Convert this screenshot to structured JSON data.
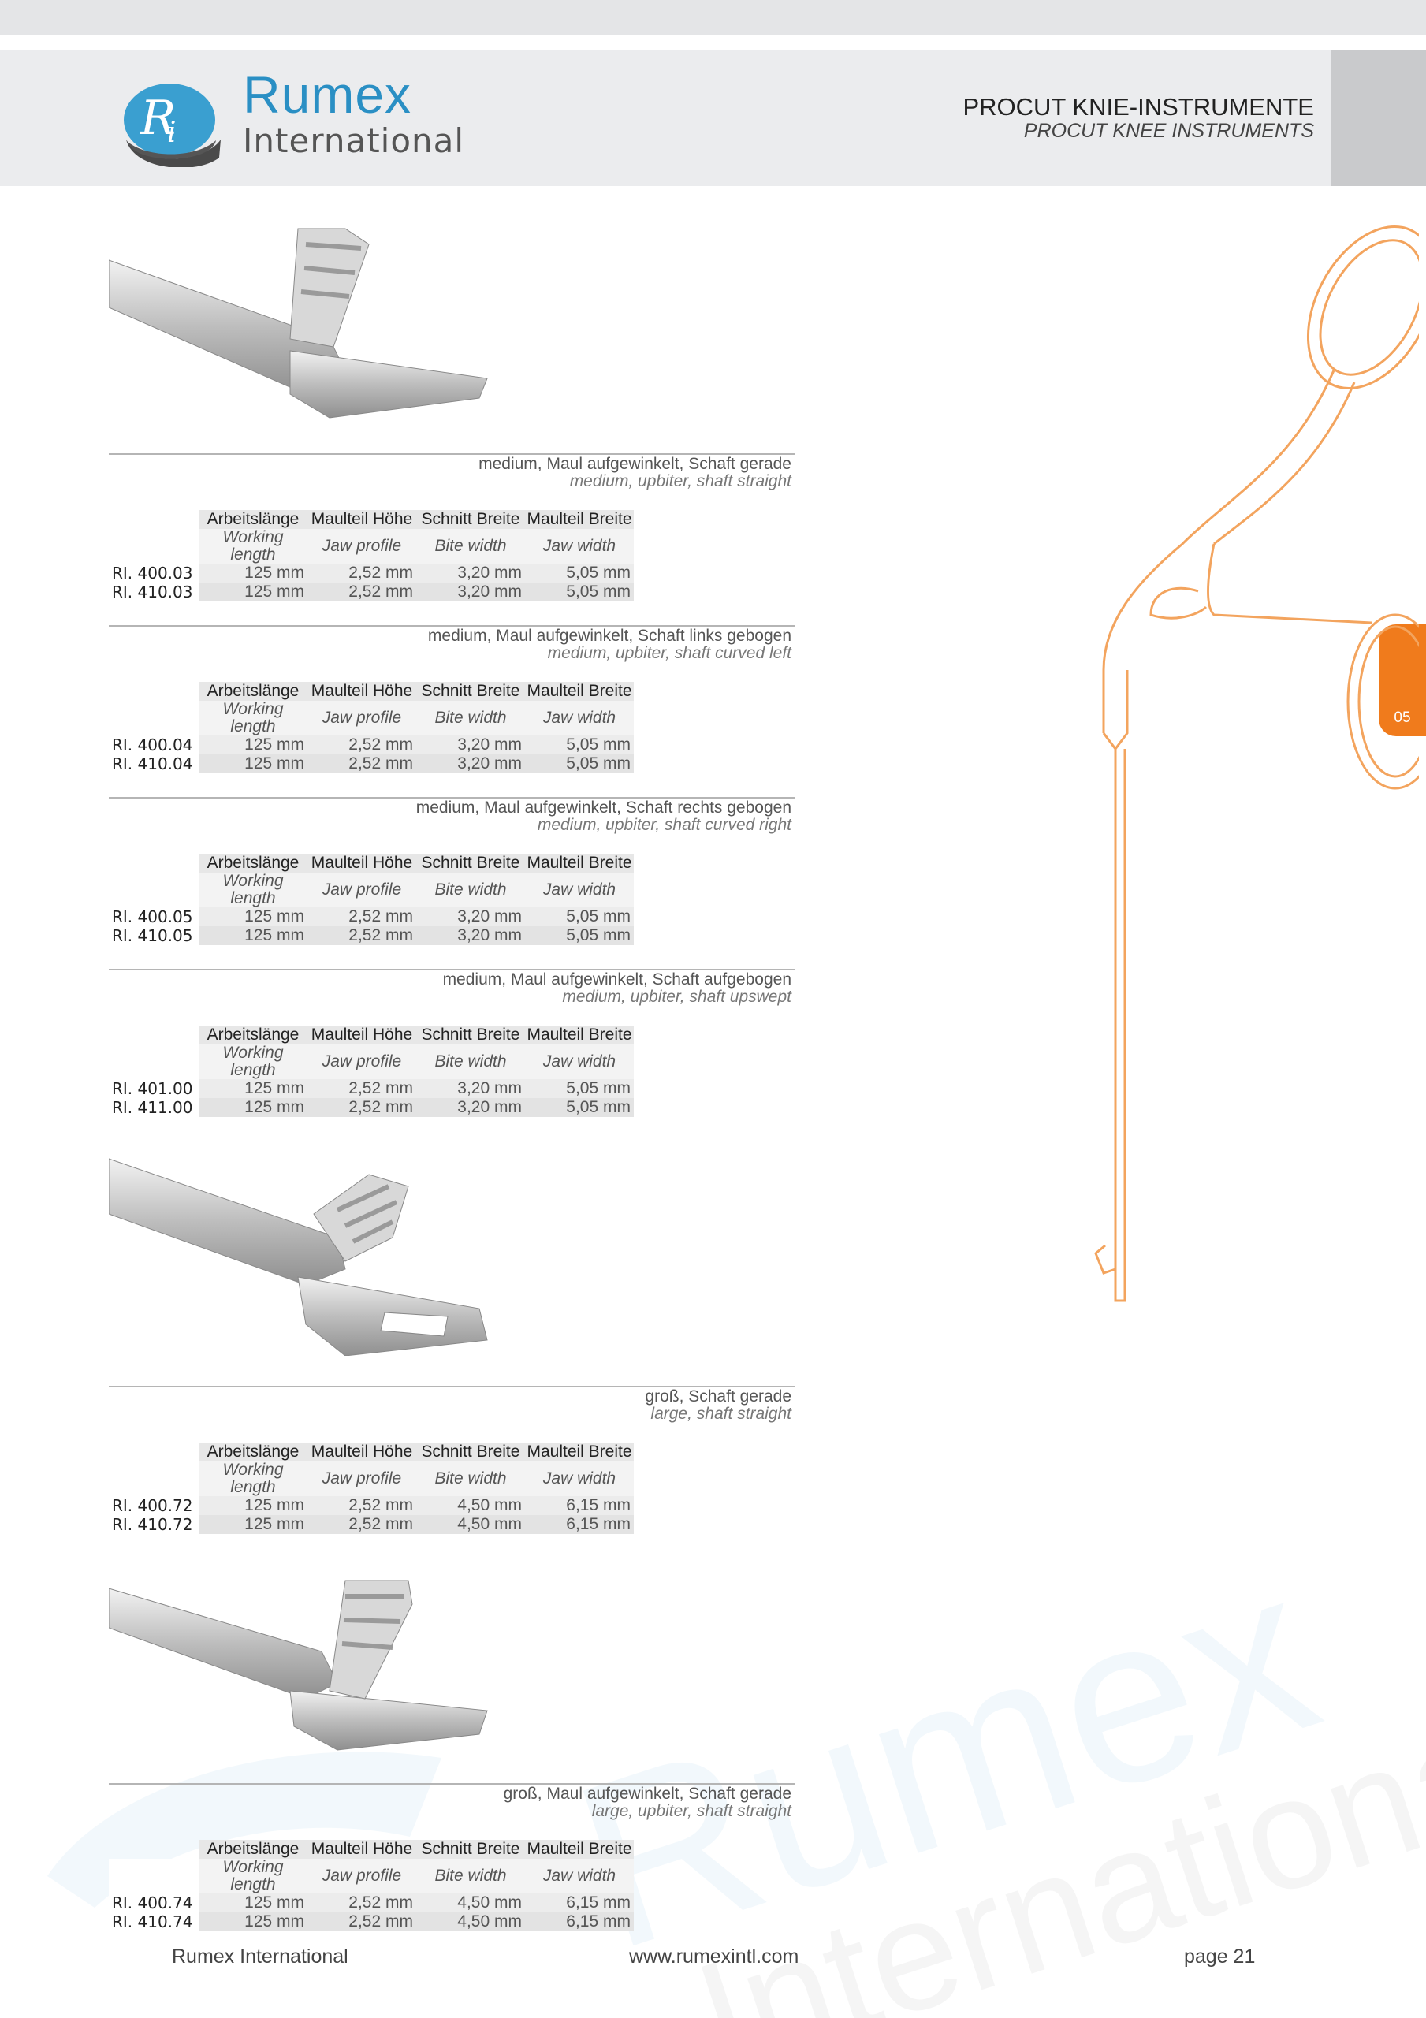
{
  "header": {
    "brand_name": "Rumex",
    "brand_sub": "International",
    "title": "PROCUT KNIE-INSTRUMENTE",
    "subtitle": "PROCUT KNEE INSTRUMENTS"
  },
  "side_tab": {
    "label": "05"
  },
  "columns": {
    "de": [
      "Arbeitslänge",
      "Maulteil Höhe",
      "Schnitt Breite",
      "Maulteil Breite"
    ],
    "en": [
      "Working length",
      "Jaw profile",
      "Bite width",
      "Jaw width"
    ]
  },
  "sections": [
    {
      "desc_de": "medium, Maul aufgewinkelt, Schaft gerade",
      "desc_en": "medium, upbiter, shaft straight",
      "rows": [
        {
          "code": "RI. 400.03",
          "vals": [
            "125 mm",
            "2,52 mm",
            "3,20 mm",
            "5,05 mm"
          ]
        },
        {
          "code": "RI. 410.03",
          "vals": [
            "125 mm",
            "2,52 mm",
            "3,20 mm",
            "5,05 mm"
          ]
        }
      ]
    },
    {
      "desc_de": "medium, Maul aufgewinkelt, Schaft links gebogen",
      "desc_en": "medium, upbiter, shaft curved left",
      "rows": [
        {
          "code": "RI. 400.04",
          "vals": [
            "125 mm",
            "2,52 mm",
            "3,20 mm",
            "5,05 mm"
          ]
        },
        {
          "code": "RI. 410.04",
          "vals": [
            "125 mm",
            "2,52 mm",
            "3,20 mm",
            "5,05 mm"
          ]
        }
      ]
    },
    {
      "desc_de": "medium, Maul aufgewinkelt, Schaft rechts gebogen",
      "desc_en": "medium, upbiter, shaft curved right",
      "rows": [
        {
          "code": "RI. 400.05",
          "vals": [
            "125 mm",
            "2,52 mm",
            "3,20 mm",
            "5,05 mm"
          ]
        },
        {
          "code": "RI. 410.05",
          "vals": [
            "125 mm",
            "2,52 mm",
            "3,20 mm",
            "5,05 mm"
          ]
        }
      ]
    },
    {
      "desc_de": "medium, Maul aufgewinkelt, Schaft aufgebogen",
      "desc_en": "medium, upbiter, shaft upswept",
      "rows": [
        {
          "code": "RI. 401.00",
          "vals": [
            "125 mm",
            "2,52 mm",
            "3,20 mm",
            "5,05 mm"
          ]
        },
        {
          "code": "RI. 411.00",
          "vals": [
            "125 mm",
            "2,52 mm",
            "3,20 mm",
            "5,05 mm"
          ]
        }
      ]
    },
    {
      "desc_de": "groß, Schaft gerade",
      "desc_en": "large, shaft straight",
      "rows": [
        {
          "code": "RI. 400.72",
          "vals": [
            "125 mm",
            "2,52 mm",
            "4,50 mm",
            "6,15 mm"
          ]
        },
        {
          "code": "RI. 410.72",
          "vals": [
            "125 mm",
            "2,52 mm",
            "4,50 mm",
            "6,15 mm"
          ]
        }
      ]
    },
    {
      "desc_de": "groß, Maul aufgewinkelt, Schaft gerade",
      "desc_en": "large, upbiter, shaft straight",
      "rows": [
        {
          "code": "RI. 400.74",
          "vals": [
            "125 mm",
            "2,52 mm",
            "4,50 mm",
            "6,15 mm"
          ]
        },
        {
          "code": "RI. 410.74",
          "vals": [
            "125 mm",
            "2,52 mm",
            "4,50 mm",
            "6,15 mm"
          ]
        }
      ]
    }
  ],
  "footer": {
    "company": "Rumex International",
    "url": "www.rumexintl.com",
    "page": "page 21"
  },
  "colors": {
    "accent_orange": "#f07b1c",
    "brand_blue": "#2a8fc4"
  }
}
